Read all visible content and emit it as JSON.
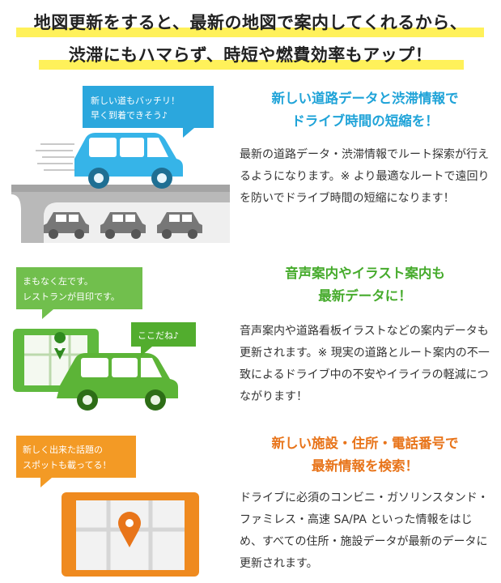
{
  "headline": {
    "line1": "地図更新をすると、最新の地図で案内してくれるから、",
    "line2": "渋滞にもハマらず、時短や燃費効率もアップ！"
  },
  "sections": [
    {
      "bubble": {
        "line1": "新しい道もバッチリ！",
        "line2": "早く到着できそう♪"
      },
      "title": {
        "line1": "新しい道路データと渋滞情報で",
        "line2": "ドライブ時間の短縮を！"
      },
      "body": "最新の道路データ・渋滞情報でルート探索が行えるようになります。※ より最適なルートで遠回りを防いでドライブ時間の短縮になります！",
      "color": "#1fa3d8"
    },
    {
      "bubble": {
        "line1": "まもなく左です。",
        "line2": "レストランが目印です。"
      },
      "bubble2": "ここだね♪",
      "title": {
        "line1": "音声案内やイラスト案内も",
        "line2": "最新データに！"
      },
      "body": "音声案内や道路看板イラストなどの案内データも更新されます。※ 現実の道路とルート案内の不一致によるドライブ中の不安やイライラの軽減につながります！",
      "color": "#46ab2c"
    },
    {
      "bubble": {
        "line1": "新しく出来た話題の",
        "line2": "スポットも載ってる！"
      },
      "title": {
        "line1": "新しい施設・住所・電話番号で",
        "line2": "最新情報を検索！"
      },
      "body": "ドライブに必須のコンビニ・ガソリンスタンド・ファミレス・高速 SA/PA といった情報をはじめ、すべての住所・施設データが最新のデータに更新されます。",
      "color": "#ee7b10"
    }
  ]
}
